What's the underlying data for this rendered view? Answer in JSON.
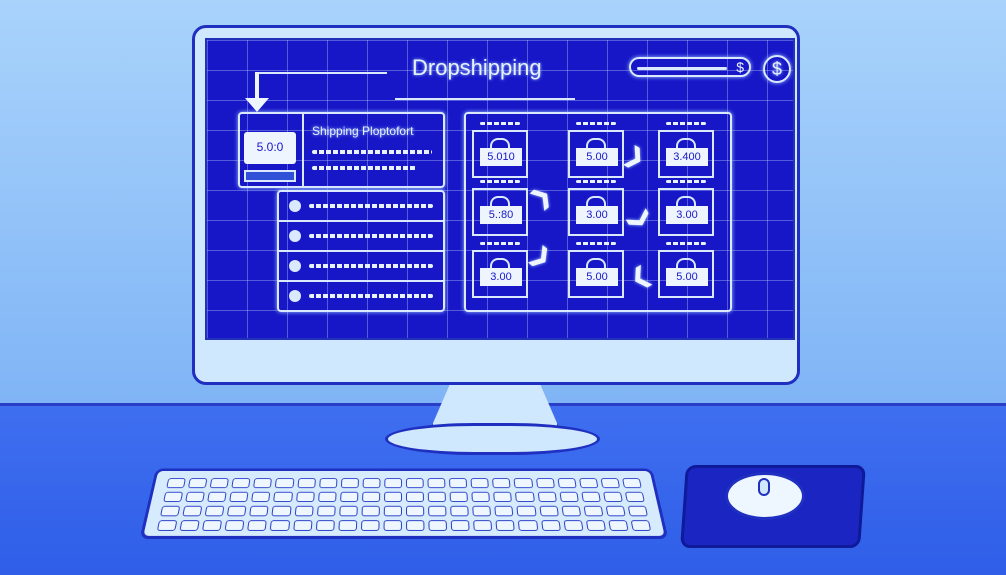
{
  "app": {
    "title": "Dropshipping"
  },
  "header": {
    "search_icon": "dollar-icon",
    "account_icon": "dollar-circle-icon",
    "search_glyph": "$",
    "account_glyph": "$"
  },
  "featured": {
    "title": "Shipping Ploptofort",
    "price": "5.0:0"
  },
  "list": {
    "items": 4
  },
  "grid": {
    "rows": [
      [
        "5.010",
        "5.00",
        "3.400"
      ],
      [
        "5.:80",
        "3.00",
        "3.00"
      ],
      [
        "3.00",
        "5.00",
        "5.00"
      ]
    ]
  },
  "colors": {
    "screen": "#1717c8",
    "bezel": "#cfe8fd",
    "outline": "#1f2fc0",
    "mousepad": "#1b25c2"
  }
}
